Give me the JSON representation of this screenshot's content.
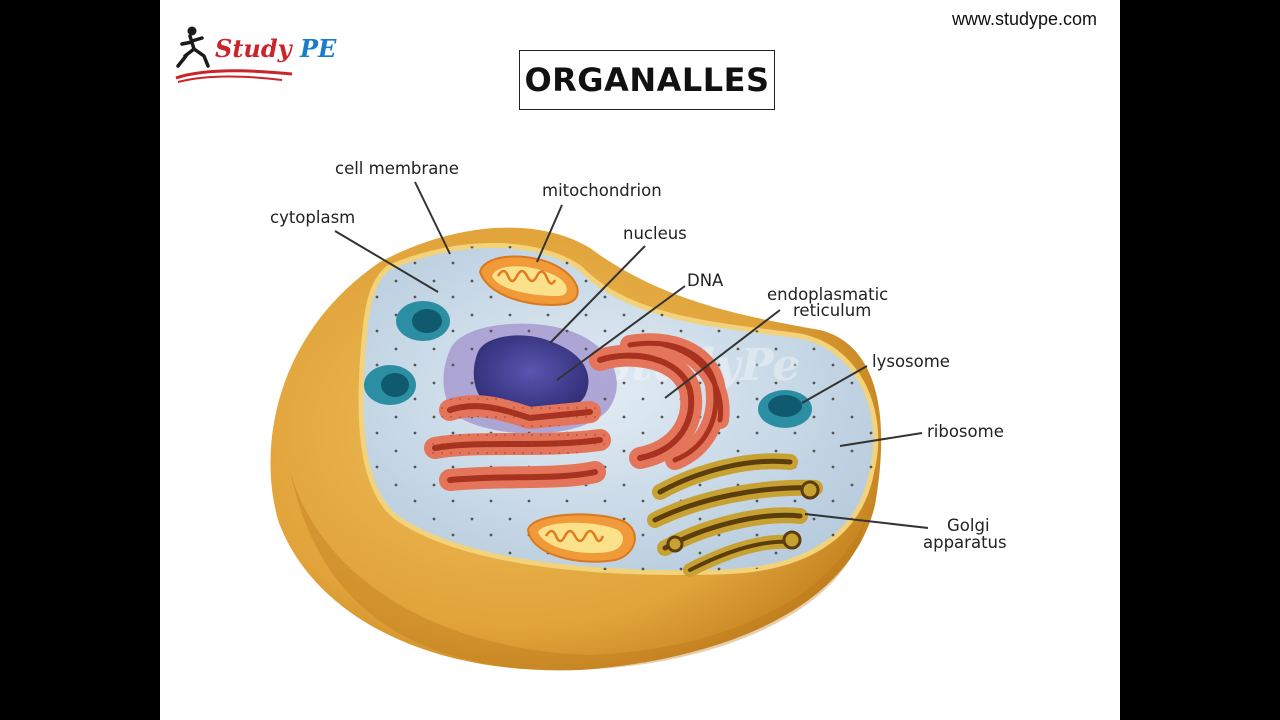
{
  "header": {
    "site_url": "www.studype.com",
    "title": "ORGANALLES"
  },
  "logo": {
    "word_study": "Study",
    "word_pe": "PE",
    "color_red": "#c9252b",
    "color_blue": "#1b7ccc"
  },
  "labels": {
    "cell_membrane": "cell membrane",
    "mitochondrion": "mitochondrion",
    "cytoplasm": "cytoplasm",
    "nucleus": "nucleus",
    "dna": "DNA",
    "er_line1": "endoplasmatic",
    "er_line2": "reticulum",
    "lysosome": "lysosome",
    "ribosome": "ribosome",
    "golgi_line1": "Golgi",
    "golgi_line2": "apparatus"
  },
  "colors": {
    "cell_outer": "#e1a33a",
    "cytoplasm": "#c6d7e6",
    "nucleus_envelope": "#a99ed0",
    "nucleus_core": "#403f8f",
    "er": "#e4755a",
    "mitochondrion": "#f19a3a",
    "golgi": "#c7a233",
    "lysosome": "#2b8ea3"
  }
}
